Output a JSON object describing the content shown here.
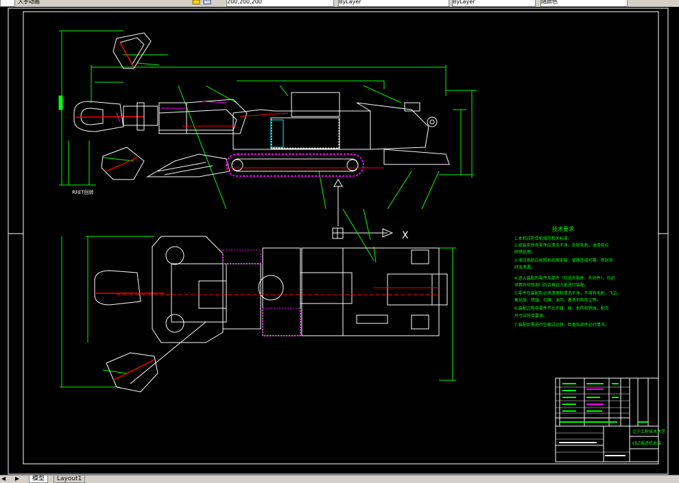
{
  "toolbar": {
    "workspace_label": "入手动画",
    "layer_value": "200,200,200",
    "linetype_value": "ByLayer",
    "lineweight_value": "ByLayer",
    "color_value": "随颜色"
  },
  "drawing": {
    "dim_label_left": "RFET回转",
    "axis_x_label": "X",
    "notes_title": "技术要求",
    "notes": [
      "1.本机应符合机械的相关标准。",
      "2.组装前所有零件应清洗干净，去除毛刺，油漆前应",
      "  除锈处理。",
      "3.液压系统应按照系统图安装，管路连接可靠，密封良",
      "  好无泄漏。",
      "4.进入装配的零件及部件（包括外购件、外协件），均必",
      "  须具有检验部门的合格证方能进行装配。",
      "5.零件在装配前必须清理和清洗干净，不得有毛刺、飞边、",
      "  氧化皮、锈蚀、切屑、油污、着色剂和灰尘等。",
      "6.装配过程中零件不允许磕、碰、划伤和锈蚀，配合",
      "  尺寸应符合要求。",
      "7.装配后需进行空载试运转，检查各部件运行情况。"
    ],
    "title_block": {
      "school": "辽宁工程技术大学",
      "drawing_name": "EBZ掘进机总装"
    }
  },
  "tabs": {
    "nav_prev": "◀",
    "nav_next": "▶",
    "model": "模型",
    "layout1": "Layout1"
  },
  "colors": {
    "background": "#000000",
    "dimension": "#00ff00",
    "geometry": "#ffffff",
    "hatch": "#ff00ff",
    "notes": "#00ff00",
    "axis": "#ff0000",
    "cyan": "#00ffff"
  }
}
